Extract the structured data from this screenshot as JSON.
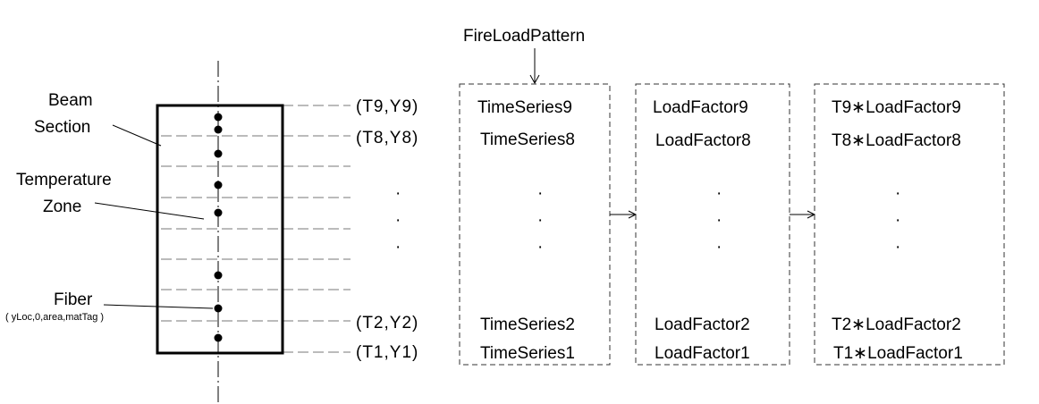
{
  "labels": {
    "beam_section_line1": "Beam",
    "beam_section_line2": "Section",
    "temperature_line1": "Temperature",
    "temperature_line2": "Zone",
    "fiber": "Fiber",
    "fiber_args": "( yLoc,0,area,matTag )",
    "fire_load_pattern": "FireLoadPattern"
  },
  "coords": {
    "top_1": "(T9,Y9)",
    "top_2": "(T8,Y8)",
    "bottom_1": "(T2,Y2)",
    "bottom_2": "(T1,Y1)"
  },
  "time_series": {
    "top_1": "TimeSeries9",
    "top_2": "TimeSeries8",
    "bottom_1": "TimeSeries2",
    "bottom_2": "TimeSeries1"
  },
  "load_factors": {
    "top_1": "LoadFactor9",
    "top_2": "LoadFactor8",
    "bottom_1": "LoadFactor2",
    "bottom_2": "LoadFactor1"
  },
  "products": {
    "top_1": "T9∗LoadFactor9",
    "top_2": "T8∗LoadFactor8",
    "bottom_1": "T2∗LoadFactor2",
    "bottom_2": "T1∗LoadFactor1"
  }
}
